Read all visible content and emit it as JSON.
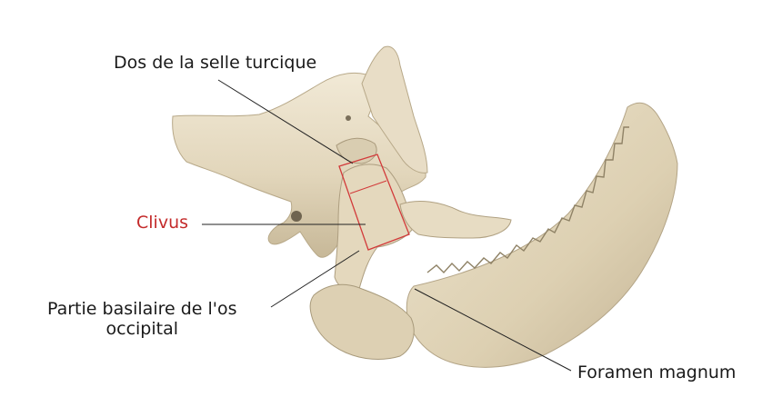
{
  "labels": {
    "dos": "Dos de la selle turcique",
    "clivus": "Clivus",
    "partie_line1": "Partie basilaire de l'os",
    "partie_line2": "occipital",
    "foramen": "Foramen magnum"
  },
  "colors": {
    "background": "#ffffff",
    "bone": "#e6dcc4",
    "bone_shadow": "#b9ab8e",
    "bone_highlight": "#f3ecdb",
    "highlight_box": "#d23a3a",
    "label_text": "#1a1a1a",
    "clivus_text": "#c42b2b",
    "leader_line": "#222222"
  }
}
